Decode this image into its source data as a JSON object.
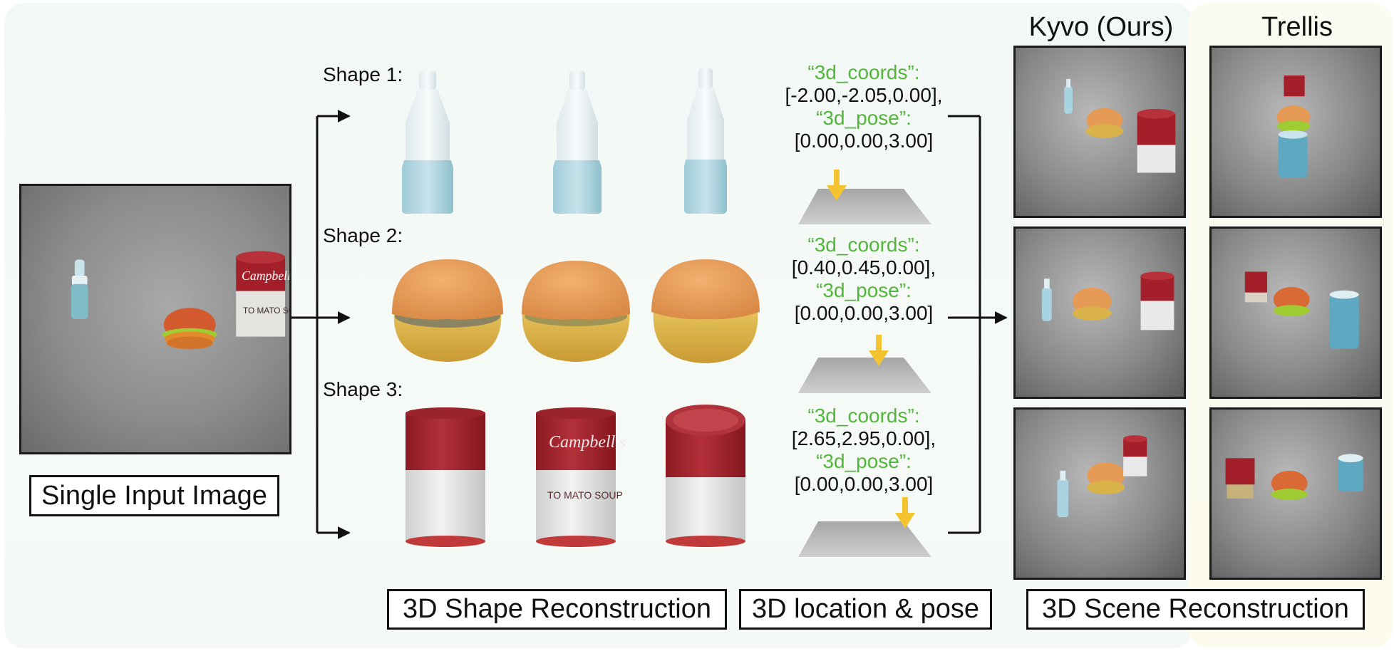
{
  "headers": {
    "ours": "Kyvo (Ours)",
    "baseline": "Trellis"
  },
  "shape_labels": [
    "Shape 1:",
    "Shape 2:",
    "Shape 3:"
  ],
  "input_label": "Single Input Image",
  "stage_labels": {
    "shape": "3D Shape Reconstruction",
    "location": "3D location & pose",
    "scene": "3D Scene Reconstruction"
  },
  "coords": [
    {
      "coord_key": "“3d_coords”:",
      "coord_val": "[-2.00,-2.05,0.00],",
      "pose_key": "“3d_pose”:",
      "pose_val": "[0.00,0.00,3.00]"
    },
    {
      "coord_key": "“3d_coords”:",
      "coord_val": "[0.40,0.45,0.00],",
      "pose_key": "“3d_pose”:",
      "pose_val": "[0.00,0.00,3.00]"
    },
    {
      "coord_key": "“3d_coords”:",
      "coord_val": "[2.65,2.95,0.00],",
      "pose_key": "“3d_pose”:",
      "pose_val": "[0.00,0.00,3.00]"
    }
  ],
  "can_text": {
    "brand": "Campbell's",
    "front": "TO MATO SOUP"
  },
  "colors": {
    "json_key": "#52b63a",
    "arrow_yellow": "#f4c430",
    "bottle": "#a9d3e0",
    "bun": "#e59a55",
    "can_red": "#a3202a",
    "can_white": "#e9e9e9",
    "trellis_bg": "#fdfbee",
    "main_bg": "#f2f8f5"
  }
}
